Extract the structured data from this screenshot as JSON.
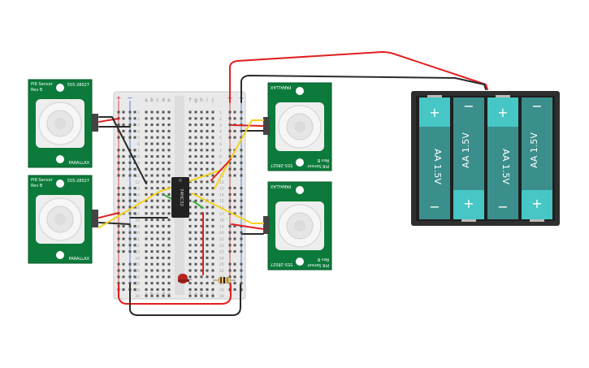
{
  "breadboard": {
    "plus_label": "+",
    "minus_label": "−",
    "col_letters_left": [
      "a",
      "b",
      "c",
      "d",
      "e"
    ],
    "col_letters_right": [
      "f",
      "g",
      "h",
      "i",
      "j"
    ],
    "row_numbers": [
      "1",
      "2",
      "3",
      "4",
      "5",
      "6",
      "7",
      "8",
      "9",
      "10",
      "11",
      "12",
      "13",
      "14",
      "15",
      "16",
      "17",
      "18",
      "19",
      "20",
      "21",
      "22",
      "23",
      "24",
      "25",
      "26",
      "27",
      "28",
      "29",
      "30"
    ]
  },
  "chip": {
    "label": "74HC32"
  },
  "pir_sensors": [
    {
      "title": "PIR Sensor\nRev B",
      "part": "555-28027",
      "brand": "PARALLAX"
    },
    {
      "title": "PIR Sensor\nRev B",
      "part": "555-28027",
      "brand": "PARALLAX"
    },
    {
      "title": "PIR Sensor\nRev B",
      "part": "555-28027",
      "brand": "PARALLAX"
    },
    {
      "title": "PIR Sensor\nRev B",
      "part": "555-28027",
      "brand": "PARALLAX"
    }
  ],
  "battery_pack": {
    "cells": [
      {
        "label": "AA 1.5V",
        "plus": "+",
        "minus": "−"
      },
      {
        "label": "AA 1.5V",
        "plus": "+",
        "minus": "−"
      },
      {
        "label": "AA 1.5V",
        "plus": "+",
        "minus": "−"
      },
      {
        "label": "AA 1.5V",
        "plus": "+",
        "minus": "−"
      }
    ]
  },
  "colors": {
    "pcb_green": "#0b7a3a",
    "battery_teal": "#3a8f8c",
    "battery_tab": "#46c6c4",
    "wire_red": "#e02020",
    "wire_black": "#2b2b2b",
    "wire_yellow": "#f4d21f",
    "wire_green": "#3ab03a",
    "led_red": "#b3261e"
  }
}
